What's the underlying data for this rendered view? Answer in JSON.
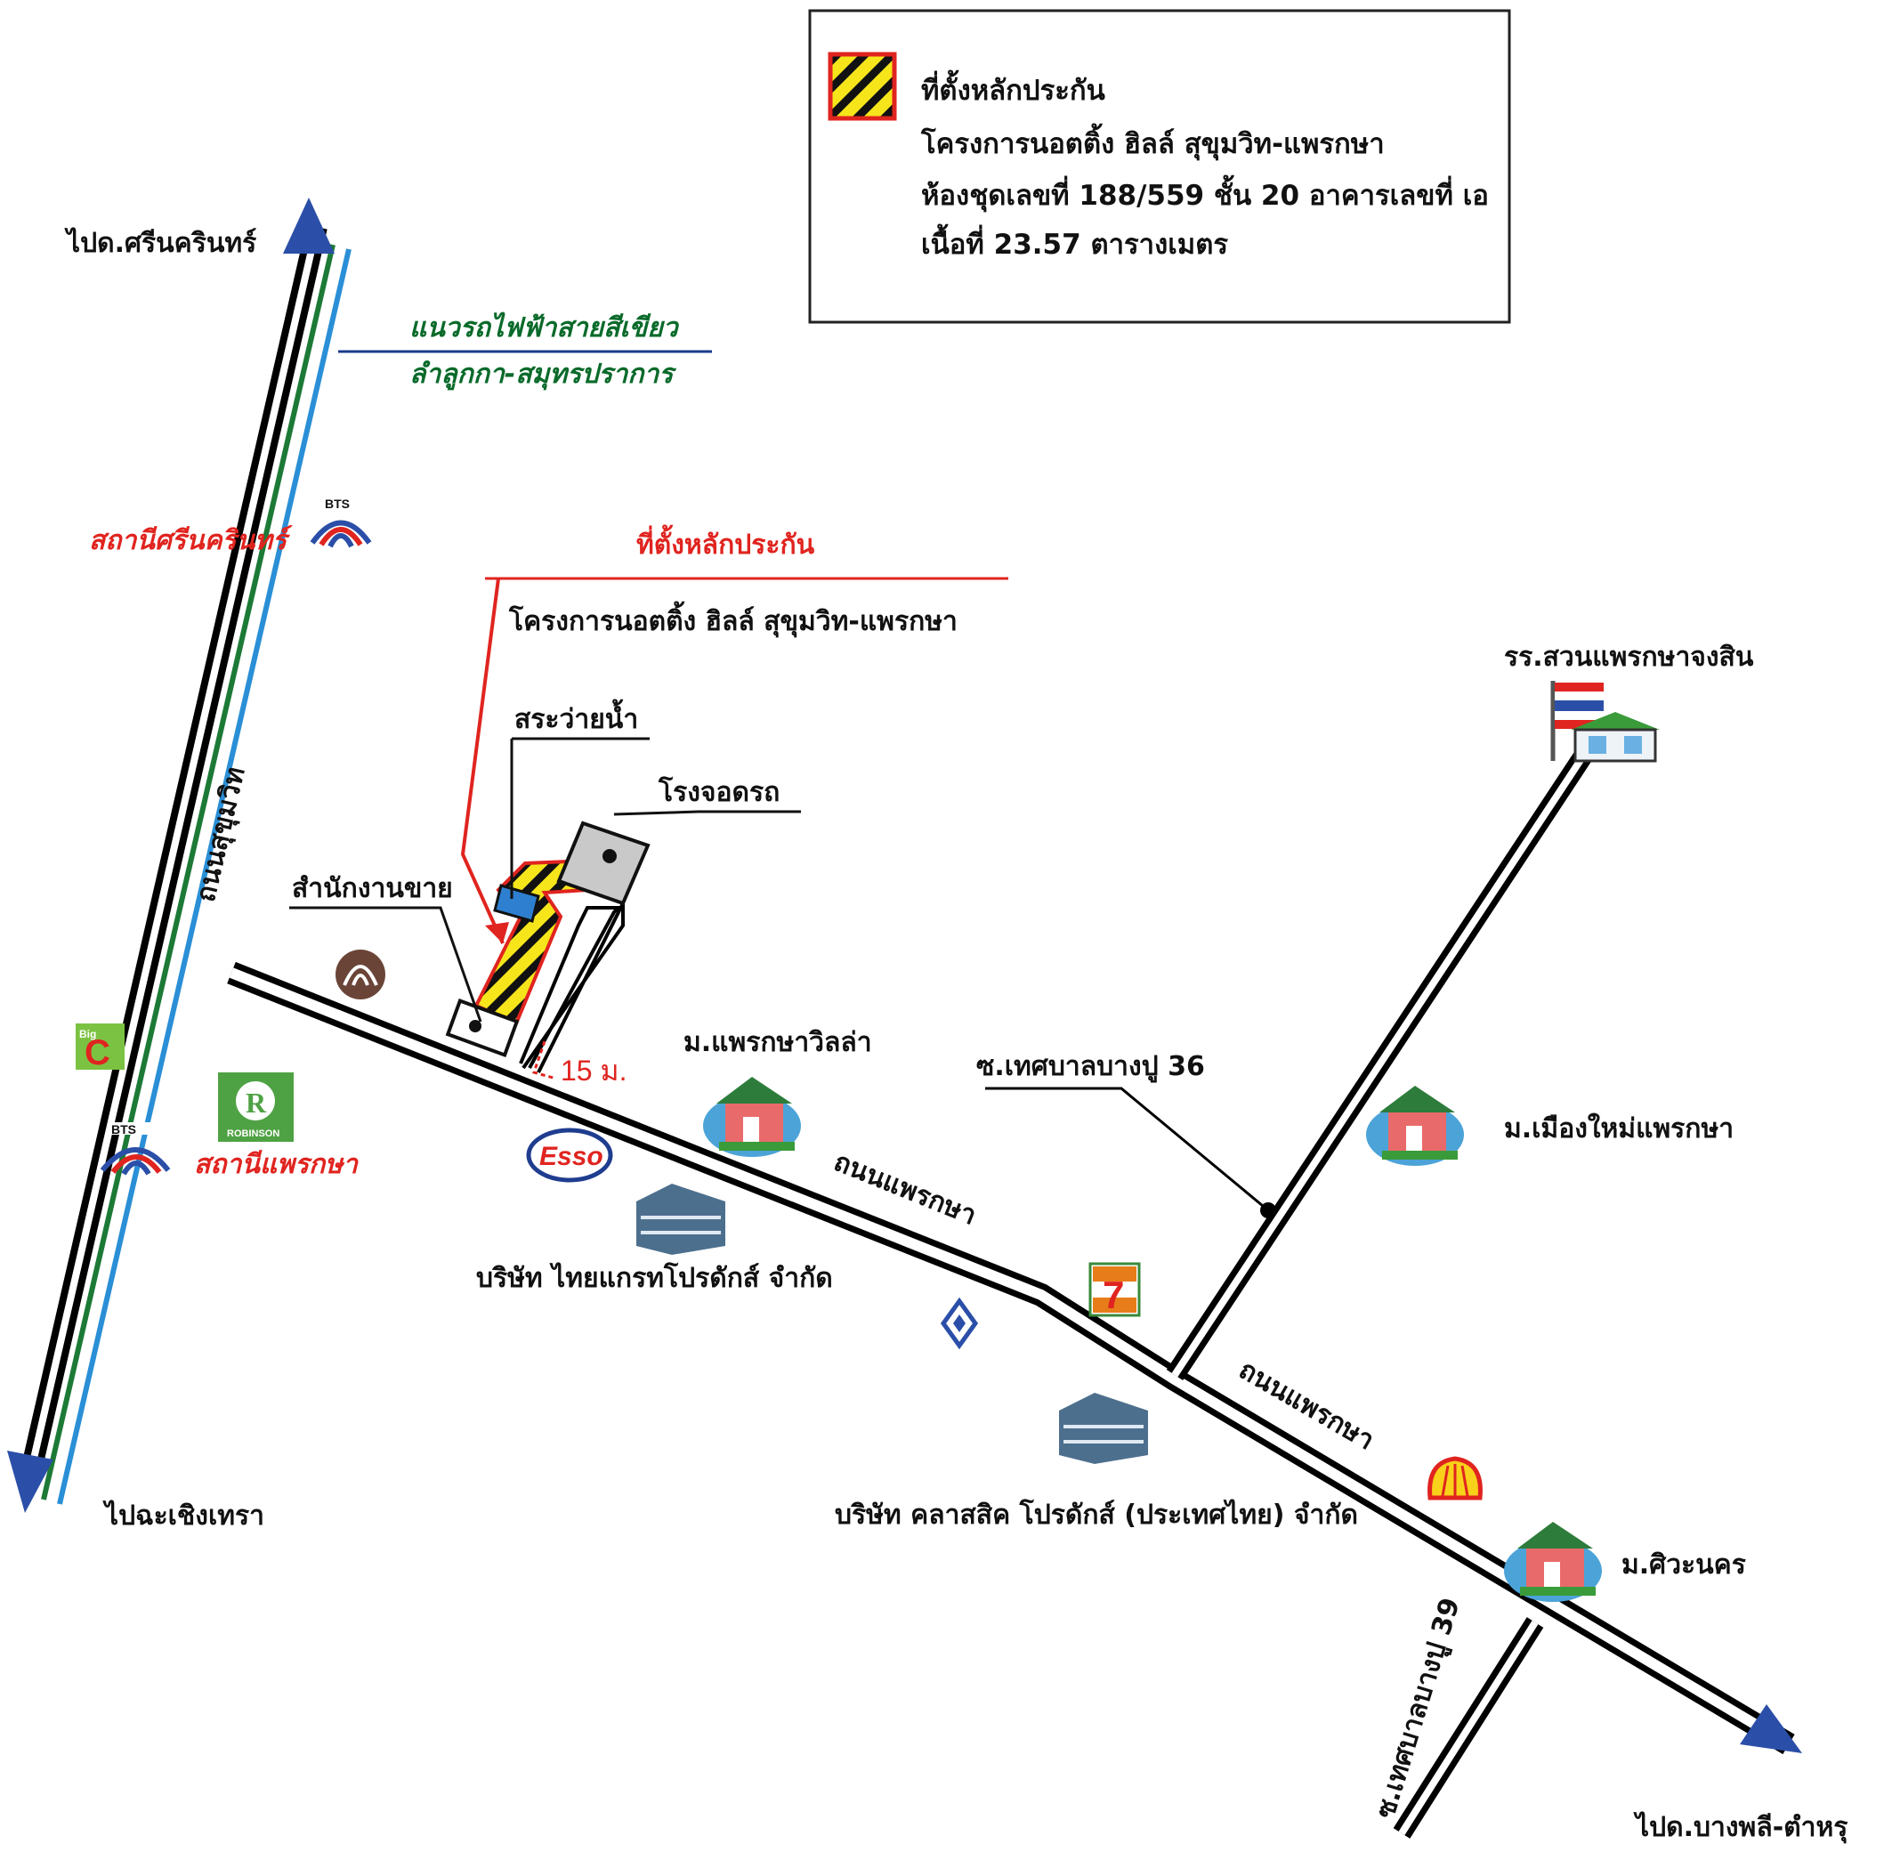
{
  "legend": {
    "title": "ที่ตั้งหลักประกัน",
    "line1": "โครงการนอตติ้ง ฮิลล์ สุขุมวิท-แพรกษา",
    "line2": "ห้องชุดเลขที่ 188/559 ชั้น 20 อาคารเลขที่ เอ",
    "line3": "เนื้อที่ 23.57 ตารางเมตร"
  },
  "directions": {
    "north": "ไปด.ศรีนครินทร์",
    "south": "ไปฉะเชิงเทรา",
    "southeast": "ไปด.บางพลี-ตำหรุ"
  },
  "rail": {
    "line1": "แนวรถไฟฟ้าสายสีเขียว",
    "line2": "ลำลูกกา-สมุทรปราการ",
    "station1": "สถานีศรีนครินทร์",
    "station2": "สถานีแพรกษา",
    "bts": "BTS"
  },
  "property": {
    "title": "ที่ตั้งหลักประกัน",
    "project": "โครงการนอตติ้ง ฮิลล์ สุขุมวิท-แพรกษา",
    "pool": "สระว่ายน้ำ",
    "parking": "โรงจอดรถ",
    "sales_office": "สำนักงานขาย",
    "distance": "15 ม."
  },
  "roads": {
    "sukhumvit": "ถนนสุขุมวิท",
    "praeksa1": "ถนนแพรกษา",
    "praeksa2": "ถนนแพรกษา",
    "soi36": "ซ.เทศบาลบางปู 36",
    "soi39": "ซ.เทศบาลบางปู 39"
  },
  "places": {
    "school": "รร.สวนแพรกษาจงสิน",
    "villa": "ม.แพรกษาวิลล่า",
    "muang_mai": "ม.เมืองใหม่แพรกษา",
    "siwanakhon": "ม.ศิวะนคร",
    "thai_agri": "บริษัท ไทยแกรทโปรดักส์ จำกัด",
    "classic": "บริษัท คลาสสิค โปรดักส์ (ประเทศไทย) จำกัด"
  },
  "logos": {
    "esso": "Esso",
    "robinson": "ROBINSON",
    "bigc": "Big C",
    "seven": "7-Eleven",
    "shell": "Shell"
  },
  "colors": {
    "road": "#000000",
    "rail_green": "#1c7a36",
    "rail_blue": "#2a8fd6",
    "arrow_blue": "#2b4fa8",
    "accent_red": "#e0241f",
    "hatch_yellow": "#f6e51b"
  }
}
